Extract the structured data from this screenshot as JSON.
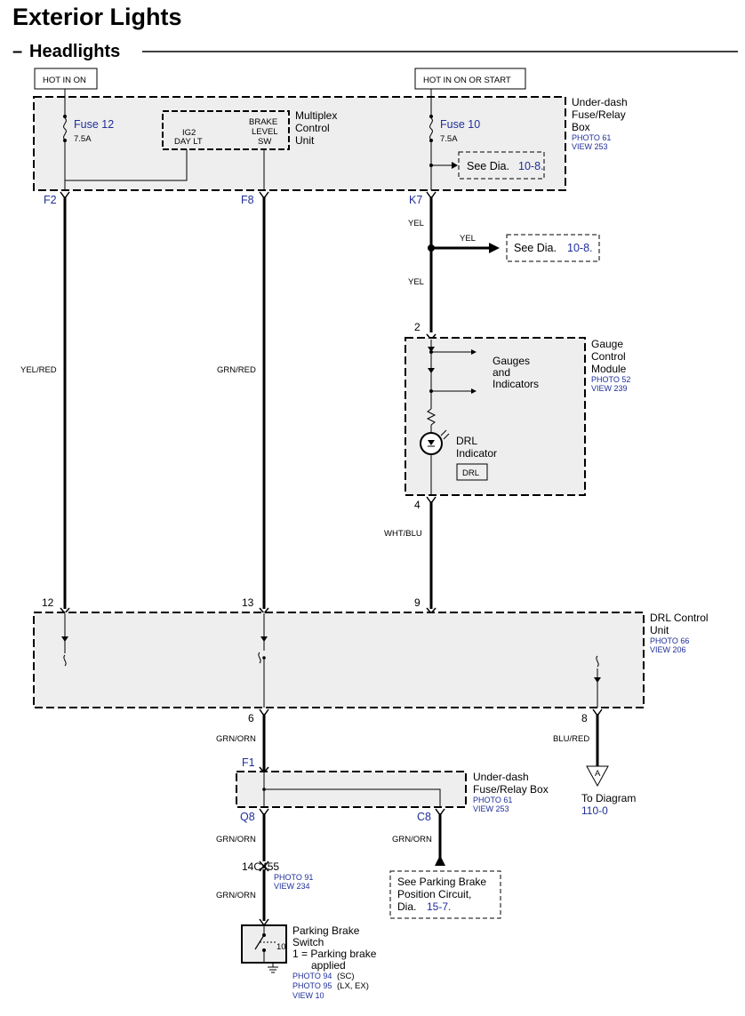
{
  "title": "Exterior Lights",
  "subtitle": "Headlights",
  "subtitle_dash": "–",
  "power": {
    "left": "HOT IN ON",
    "right": "HOT IN ON OR START"
  },
  "fuse_box_top": {
    "name_lines": [
      "Under-dash",
      "Fuse/Relay",
      "Box"
    ],
    "photo": "PHOTO 61",
    "view": "VIEW 253",
    "fuse12": {
      "label": "Fuse 12",
      "rating": "7.5A"
    },
    "fuse10": {
      "label": "Fuse 10",
      "rating": "7.5A"
    },
    "see_dia": {
      "text": "See Dia.",
      "ref": "10-8."
    }
  },
  "multiplex": {
    "name_lines": [
      "Multiplex",
      "Control",
      "Unit"
    ],
    "ig2_lines": [
      "IG2",
      "DAY LT"
    ],
    "brake_lines": [
      "BRAKE",
      "LEVEL",
      "SW"
    ]
  },
  "pins": {
    "f2": "F2",
    "f8": "F8",
    "k7": "K7",
    "gcm_in": "2",
    "gcm_out": "4",
    "drl_12": "12",
    "drl_13": "13",
    "drl_9": "9",
    "drl_6": "6",
    "drl_8": "8",
    "f1": "F1",
    "q8": "Q8",
    "c8": "C8"
  },
  "wires": {
    "yel_red": "YEL/RED",
    "grn_red": "GRN/RED",
    "yel_1": "YEL",
    "yel_branch": "YEL",
    "yel_2": "YEL",
    "wht_blu": "WHT/BLU",
    "grn_orn_1": "GRN/ORN",
    "blu_red": "BLU/RED",
    "grn_orn_2": "GRN/ORN",
    "grn_orn_3": "GRN/ORN",
    "grn_orn_4": "GRN/ORN"
  },
  "see_dia_yel": {
    "text": "See  Dia.",
    "ref": "10-8."
  },
  "gauge": {
    "name_lines": [
      "Gauge",
      "Control",
      "Module"
    ],
    "photo": "PHOTO 52",
    "view": "VIEW 239",
    "gauges_lines": [
      "Gauges",
      "and",
      "Indicators"
    ],
    "drl_lines": [
      "DRL",
      "Indicator"
    ],
    "drl_badge": "DRL"
  },
  "drl_unit": {
    "name_lines": [
      "DRL Control",
      "Unit"
    ],
    "photo": "PHOTO 66",
    "view": "VIEW 206"
  },
  "to_diagram": {
    "marker": "A",
    "line1": "To Diagram",
    "line2": "110-0"
  },
  "fuse_box_bottom": {
    "name_lines": [
      "Under-dash",
      "Fuse/Relay Box"
    ],
    "photo": "PHOTO 61",
    "view": "VIEW 253"
  },
  "connector": {
    "label": "14C455",
    "photo": "PHOTO 91",
    "view": "VIEW 234"
  },
  "parking_brake_ref": {
    "lines": [
      "See Parking Brake",
      "Position Circuit,"
    ],
    "dia": "Dia.",
    "ref": "15-7."
  },
  "parking_switch": {
    "name_lines": [
      "Parking Brake",
      "Switch",
      "1 = Parking brake",
      "applied"
    ],
    "pin": "10",
    "photo94": "PHOTO 94",
    "photo94_note": "(SC)",
    "photo95": "PHOTO 95",
    "photo95_note": "(LX, EX)",
    "view": "VIEW 10"
  }
}
